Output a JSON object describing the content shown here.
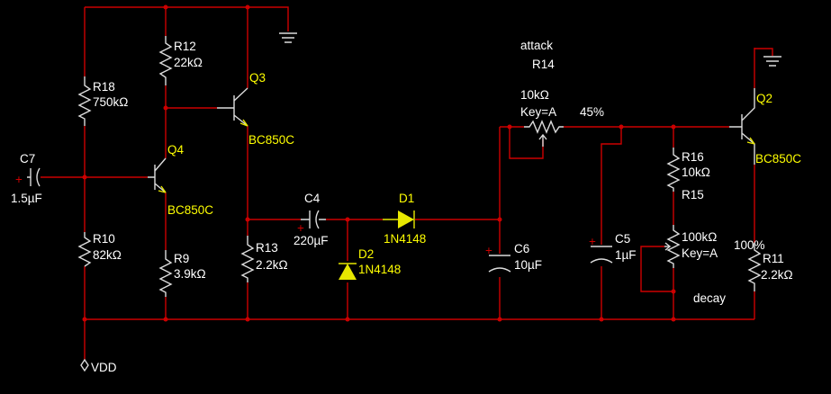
{
  "components": {
    "C7": {
      "ref": "C7",
      "value": "1.5µF"
    },
    "R18": {
      "ref": "R18",
      "value": "750kΩ"
    },
    "R12": {
      "ref": "R12",
      "value": "22kΩ"
    },
    "Q3": {
      "ref": "Q3",
      "model": "BC850C"
    },
    "Q4": {
      "ref": "Q4",
      "model": "BC850C"
    },
    "R10": {
      "ref": "R10",
      "value": "82kΩ"
    },
    "R9": {
      "ref": "R9",
      "value": "3.9kΩ"
    },
    "R13": {
      "ref": "R13",
      "value": "2.2kΩ"
    },
    "C4": {
      "ref": "C4",
      "value": "220µF"
    },
    "D1": {
      "ref": "D1",
      "model": "1N4148"
    },
    "D2": {
      "ref": "D2",
      "model": "1N4148"
    },
    "C6": {
      "ref": "C6",
      "value": "10µF"
    },
    "R14": {
      "name": "attack",
      "ref": "R14",
      "value": "10kΩ",
      "key": "Key=A",
      "percent": "45%"
    },
    "R16": {
      "ref": "R16",
      "value": "10kΩ"
    },
    "R15": {
      "ref": "R15",
      "value": "100kΩ",
      "key": "Key=A",
      "percent": "100%",
      "name": "decay"
    },
    "C5": {
      "ref": "C5",
      "value": "1µF"
    },
    "Q2": {
      "ref": "Q2",
      "model": "BC850C"
    },
    "R11": {
      "ref": "R11",
      "value": "2.2kΩ"
    }
  },
  "supply": {
    "label": "VDD"
  },
  "polarity_mark": "+",
  "colors": {
    "background": "#000000",
    "wire": "#cc0000",
    "component": "#dcdcdc",
    "semiconductor": "#e8e800",
    "label": "#ffffff",
    "part_label": "#ffff00"
  }
}
